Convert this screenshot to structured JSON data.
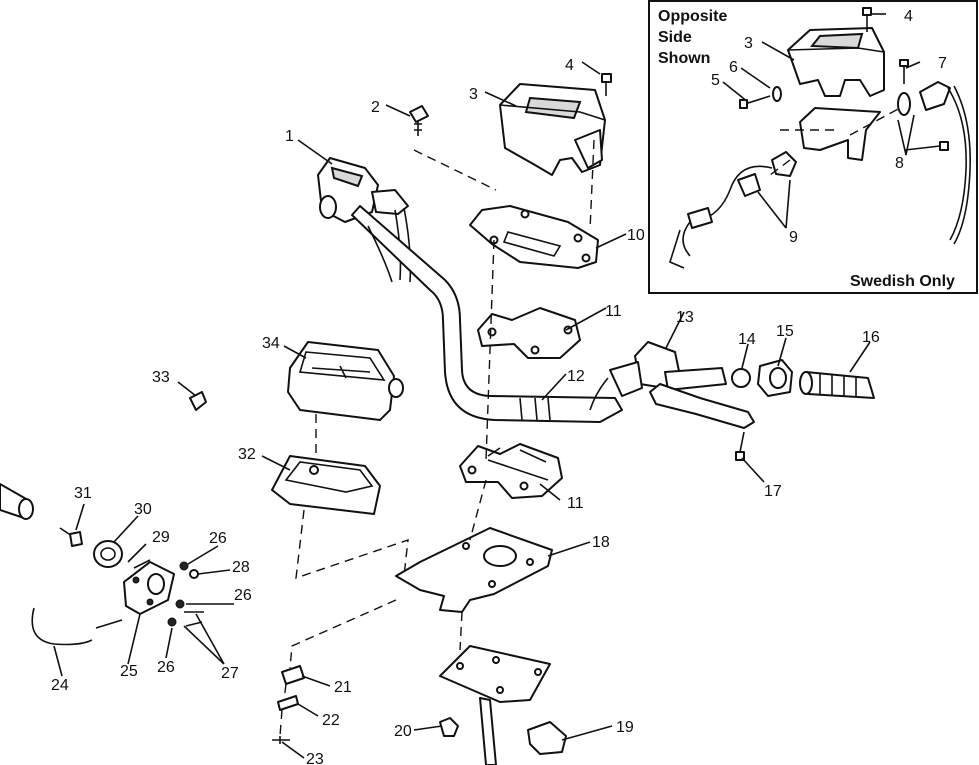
{
  "inset": {
    "heading_line1": "Opposite",
    "heading_line2": "Side",
    "heading_line3": "Shown",
    "footer_note": "Swedish Only",
    "callouts": [
      "4",
      "3",
      "6",
      "5",
      "7",
      "8",
      "9"
    ]
  },
  "callouts": {
    "c1": "1",
    "c2": "2",
    "c3": "3",
    "c4": "4",
    "c10": "10",
    "c11a": "11",
    "c11b": "11",
    "c12": "12",
    "c13": "13",
    "c14": "14",
    "c15": "15",
    "c16": "16",
    "c17": "17",
    "c18": "18",
    "c19": "19",
    "c20": "20",
    "c21": "21",
    "c22": "22",
    "c23": "23",
    "c24": "24",
    "c25": "25",
    "c26a": "26",
    "c26b": "26",
    "c26c": "26",
    "c27": "27",
    "c28": "28",
    "c29": "29",
    "c30": "30",
    "c31": "31",
    "c32": "32",
    "c33": "33",
    "c34": "34"
  }
}
